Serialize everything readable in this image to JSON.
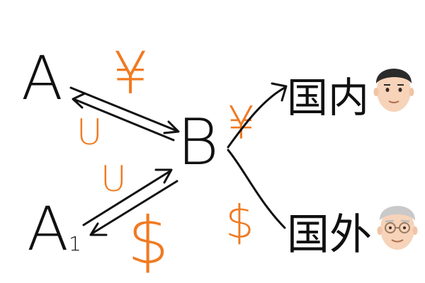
{
  "diagram": {
    "nodes": {
      "a": "A",
      "a1_letter": "A",
      "a1_subscript": "1",
      "b": "B",
      "domestic": "国内",
      "overseas": "国外"
    },
    "currency": {
      "yuan": "¥",
      "u": "U",
      "dollar": "$"
    },
    "avatars": {
      "domestic": "young-man-avatar",
      "overseas": "old-man-avatar"
    },
    "colors": {
      "ink": "#111111",
      "currency": "#f07a22",
      "skin": "#f6d3b9",
      "young_hair": "#2b2b2b",
      "old_hair": "#c9c9c9"
    }
  }
}
